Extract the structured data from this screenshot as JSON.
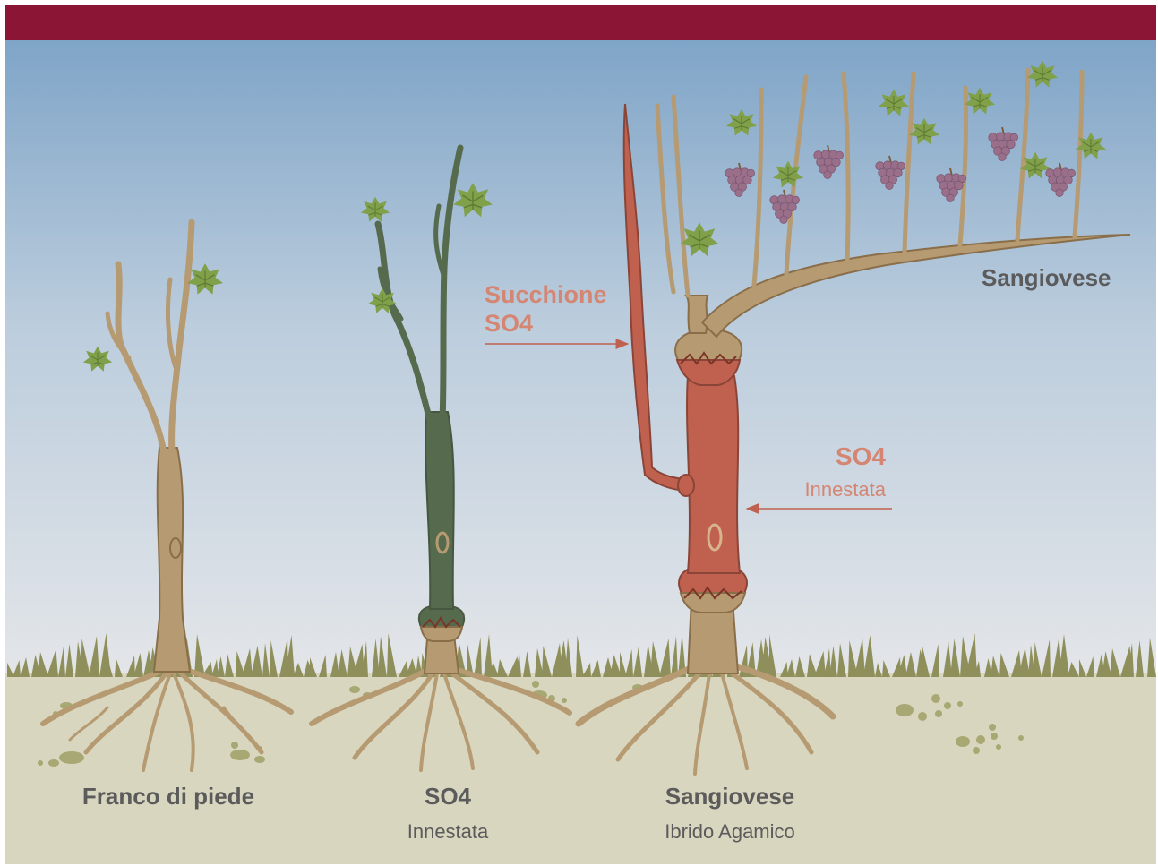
{
  "colors": {
    "banner": "#8b1535",
    "sky_top": "#7ea4c7",
    "sky_bottom": "#e3e6ea",
    "soil": "#d9d6bf",
    "grass": "#8e8f5a",
    "wood": "#b59a72",
    "wood_stroke": "#8a6e4a",
    "rootstock_green": "#566a4d",
    "rootstock_red": "#c0614f",
    "leaf": "#80a04a",
    "grape": "#9a6f8a",
    "label_dark": "#5b5b5b",
    "label_red": "#d48673",
    "arrow": "#c0614f"
  },
  "labels": {
    "plant1_title": "Franco di piede",
    "plant2_title": "SO4",
    "plant2_subtitle": "Innestata",
    "plant3_title": "Sangiovese",
    "plant3_subtitle": "Ibrido Agamico",
    "branch_label": "Sangiovese",
    "sucker_line1": "Succhione",
    "sucker_line2": "SO4",
    "graft_title": "SO4",
    "graft_subtitle": "Innestata"
  },
  "icons": {
    "leaf": "vine-leaf-icon",
    "grape": "grape-cluster-icon",
    "graft": "graft-union-icon"
  }
}
